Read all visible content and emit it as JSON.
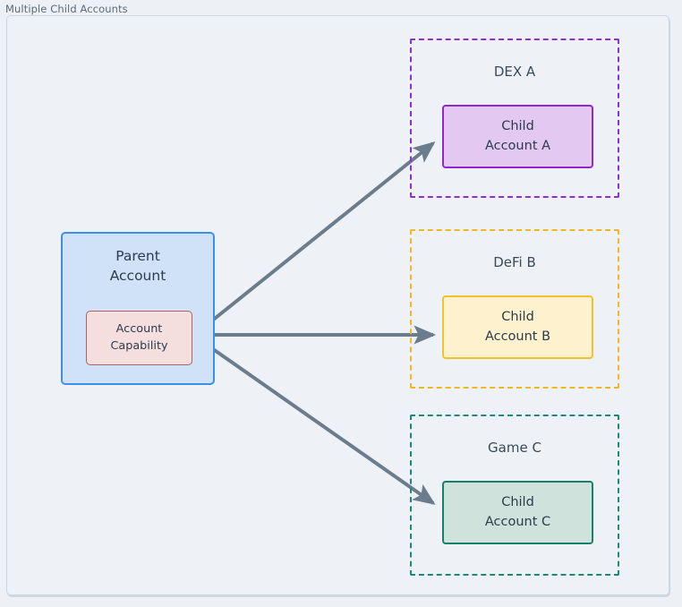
{
  "diagram": {
    "title": "Multiple Child Accounts",
    "background": "#edf1f5",
    "frame_border": "#ccd6e0",
    "arrow_color": "#6b7c8c"
  },
  "parent": {
    "title_line1": "Parent",
    "title_line2": "Account",
    "fill": "#cfe2f7",
    "border": "#3c91e6",
    "capability": {
      "line1": "Account",
      "line2": "Capability",
      "fill": "#f4dede",
      "border": "#b15f5f"
    }
  },
  "groups": [
    {
      "label": "DEX A",
      "border": "#8b30d6",
      "child": {
        "line1": "Child",
        "line2": "Account A",
        "fill": "#e3c8f2",
        "border": "#9327ce"
      }
    },
    {
      "label": "DeFi B",
      "border": "#f2b626",
      "child": {
        "line1": "Child",
        "line2": "Account B",
        "fill": "#fdf2cd",
        "border": "#f3c12e"
      }
    },
    {
      "label": "Game C",
      "border": "#1f8a72",
      "child": {
        "line1": "Child",
        "line2": "Account C",
        "fill": "#cfe2dc",
        "border": "#17806a"
      }
    }
  ],
  "connections": [
    {
      "from": "Account Capability",
      "to": "Child Account A"
    },
    {
      "from": "Account Capability",
      "to": "Child Account B"
    },
    {
      "from": "Account Capability",
      "to": "Child Account C"
    }
  ]
}
